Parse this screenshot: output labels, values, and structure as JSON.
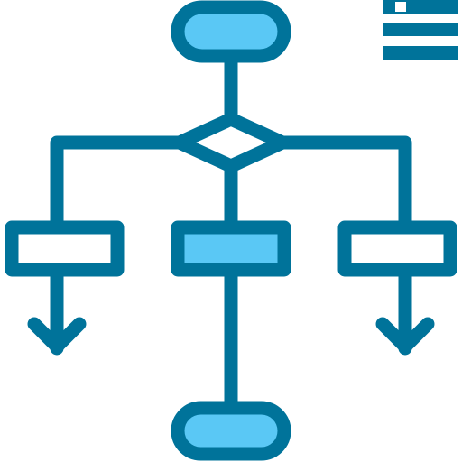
{
  "icon": {
    "name": "flowchart-icon",
    "colors": {
      "stroke": "#00739a",
      "fill_accent": "#5ac8f5",
      "fill_plain": "#ffffff",
      "background": "#ffffff"
    },
    "nodes": [
      {
        "name": "start-terminator",
        "shape": "terminator",
        "filled": true
      },
      {
        "name": "decision-diamond",
        "shape": "diamond",
        "filled": false
      },
      {
        "name": "process-box-left",
        "shape": "rectangle",
        "filled": false
      },
      {
        "name": "process-box-center",
        "shape": "rectangle",
        "filled": true
      },
      {
        "name": "process-box-right",
        "shape": "rectangle",
        "filled": false
      },
      {
        "name": "end-terminator",
        "shape": "terminator",
        "filled": true
      }
    ],
    "menu_glyph": "list-lines-icon"
  }
}
